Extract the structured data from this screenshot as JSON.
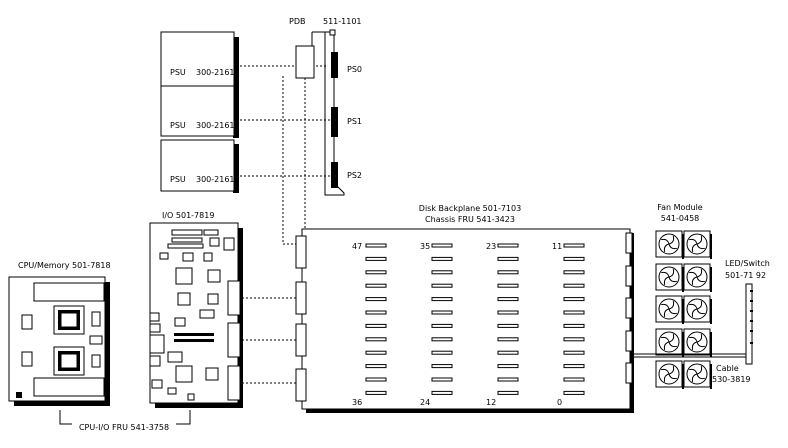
{
  "psus": [
    {
      "label": "PSU",
      "part": "300-2161",
      "slot": "PS0"
    },
    {
      "label": "PSU",
      "part": "300-2161",
      "slot": "PS1"
    },
    {
      "label": "PSU",
      "part": "300-2161",
      "slot": "PS2"
    }
  ],
  "pdb": {
    "label": "PDB",
    "part": "511-1101"
  },
  "io_board": {
    "title": "I/O 501-7819"
  },
  "cpu_board": {
    "title": "CPU/Memory 501-7818"
  },
  "cpu_io_fru": {
    "label": "CPU-I/O FRU 541-3758"
  },
  "backplane": {
    "title_line1": "Disk  Backplane  501-7103",
    "title_line2": "Chassis FRU 541-3423",
    "top_numbers": [
      "47",
      "35",
      "23",
      "11"
    ],
    "bottom_numbers": [
      "36",
      "24",
      "12",
      "0"
    ]
  },
  "fan_module": {
    "title_line1": "Fan Module",
    "title_line2": "541-0458"
  },
  "led_switch": {
    "title_line1": "LED/Switch",
    "title_line2": "501-71 92"
  },
  "cable": {
    "title_line1": "Cable",
    "title_line2": "530-3819"
  }
}
